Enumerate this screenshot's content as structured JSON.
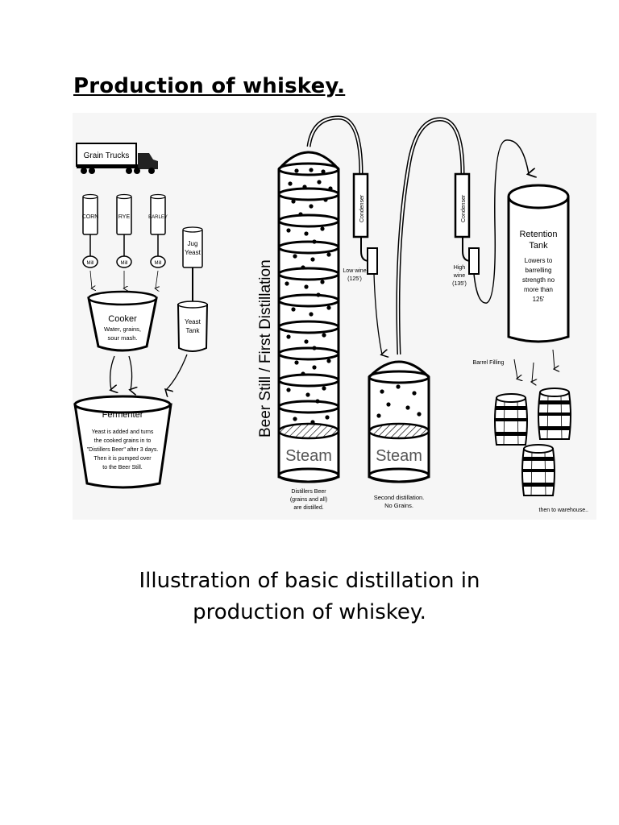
{
  "document": {
    "title": "Production of whiskey.",
    "caption_line1": "Illustration of basic distillation in",
    "caption_line2": "production of whiskey."
  },
  "diagram": {
    "grain_trucks": "Grain Trucks",
    "grains": [
      "CORN",
      "RYE",
      "BARLEY"
    ],
    "mill": "Mill",
    "jug_yeast_line1": "Jug",
    "jug_yeast_line2": "Yeast",
    "yeast_tank_line1": "Yeast",
    "yeast_tank_line2": "Tank",
    "cooker_title": "Cooker",
    "cooker_desc_line1": "Water, grains,",
    "cooker_desc_line2": "sour mash.",
    "fermenter_title": "Fermenter",
    "fermenter_desc": [
      "Yeast is added and turns",
      "the cooked grains in to",
      "\"Distillers Beer\" after 3 days.",
      "Then it is pumped over",
      "to the Beer Still."
    ],
    "beer_still_label": "Beer Still / First Distillation",
    "steam": "Steam",
    "condenser": "Condenser",
    "low_wine_line1": "Low wine",
    "low_wine_line2": "(125')",
    "high_wine_line1": "High",
    "high_wine_line2": "wine",
    "high_wine_line3": "(135')",
    "distillers_beer_note": [
      "Distillers Beer",
      "(grains and all)",
      "are distilled."
    ],
    "second_distillation_line1": "Second distillation.",
    "second_distillation_line2": "No Grains.",
    "retention_tank_line1": "Retention",
    "retention_tank_line2": "Tank",
    "retention_desc": [
      "Lowers to",
      "barrelling",
      "strength no",
      "more than",
      "125'"
    ],
    "barrel_filling": "Barrel Filling",
    "warehouse": "then to warehouse.."
  }
}
